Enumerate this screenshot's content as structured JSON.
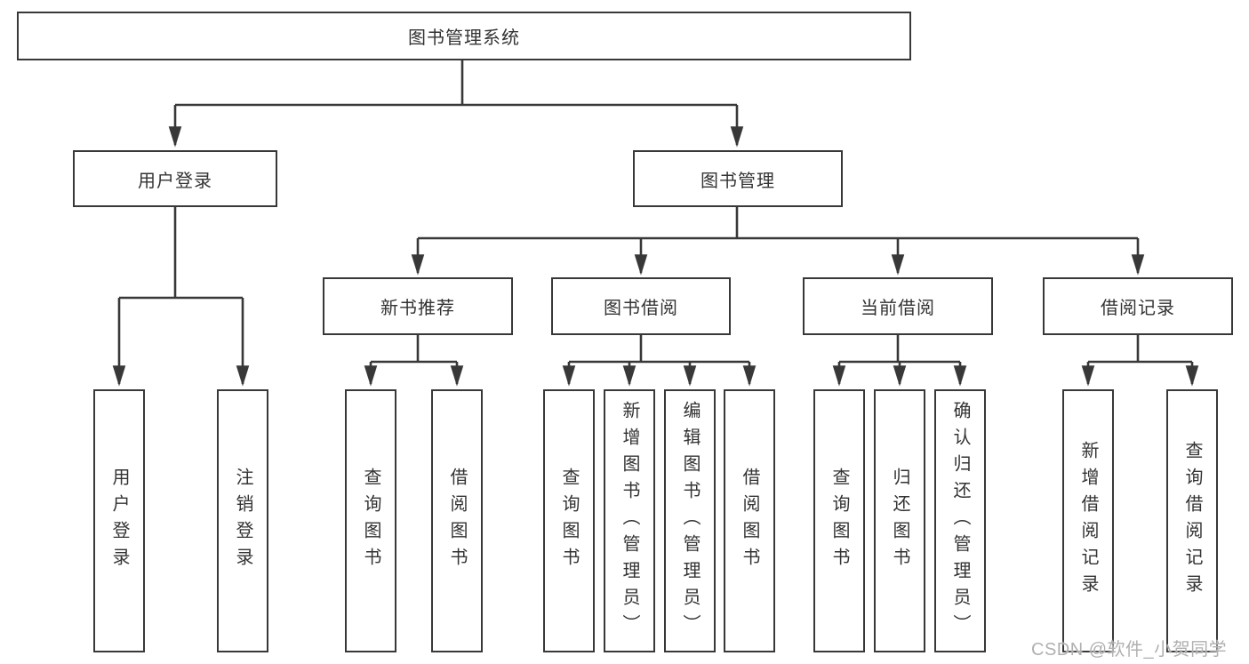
{
  "root": {
    "label": "图书管理系统"
  },
  "branches": {
    "user_login": {
      "label": "用户登录",
      "children": [
        {
          "label": "用户登录"
        },
        {
          "label": "注销登录"
        }
      ]
    },
    "book_mgmt": {
      "label": "图书管理",
      "sections": [
        {
          "label": "新书推荐",
          "children": [
            {
              "label": "查询图书"
            },
            {
              "label": "借阅图书"
            }
          ]
        },
        {
          "label": "图书借阅",
          "children": [
            {
              "label": "查询图书"
            },
            {
              "label": "新增图书（管理员）"
            },
            {
              "label": "编辑图书（管理员）"
            },
            {
              "label": "借阅图书"
            }
          ]
        },
        {
          "label": "当前借阅",
          "children": [
            {
              "label": "查询图书"
            },
            {
              "label": "归还图书"
            },
            {
              "label": "确认归还（管理员）"
            }
          ]
        },
        {
          "label": "借阅记录",
          "children": [
            {
              "label": "新增借阅记录"
            },
            {
              "label": "查询借阅记录"
            }
          ]
        }
      ]
    }
  },
  "watermark": "CSDN @软件_小贺同学",
  "colors": {
    "line": "#383838",
    "text": "#333333",
    "box_background": "#ffffff",
    "watermark": "#b0b0b0"
  }
}
